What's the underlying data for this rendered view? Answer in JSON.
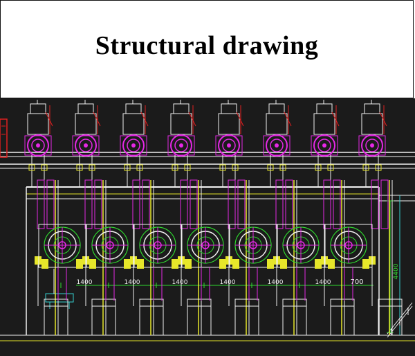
{
  "title": "Structural drawing",
  "dimensions": {
    "spacing_labels": [
      "1400",
      "1400",
      "1400",
      "1400",
      "1400",
      "1400"
    ],
    "last_span_label": "700",
    "height_label": "4400"
  },
  "stand_count": 8,
  "roll_count": 7,
  "colors": {
    "background": "#1b1b1b",
    "motor": "#e628e6",
    "frame": "#f2f2f2",
    "yellow_lines": "#e6e62a",
    "green_lines": "#2fd82f",
    "red_lines": "#e02020",
    "cyan_lines": "#36d2d2"
  }
}
